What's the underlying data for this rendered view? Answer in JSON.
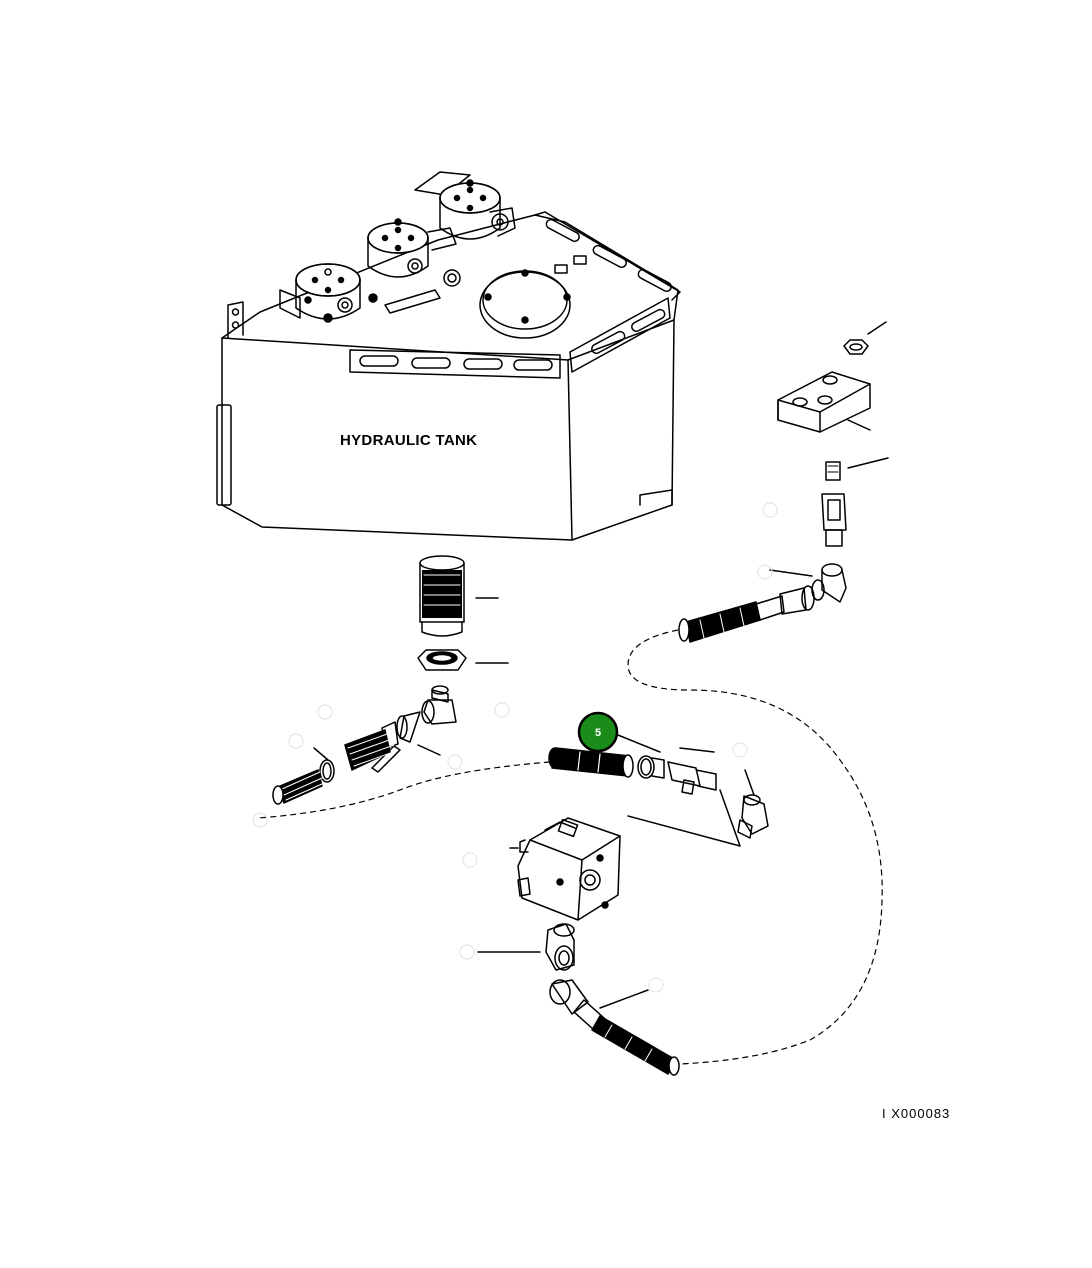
{
  "diagram": {
    "tank_label": "HYDRAULIC TANK",
    "figure_id": "I X000083",
    "highlight_callout": {
      "number": "5",
      "color": "#1a8c1a"
    }
  },
  "colors": {
    "line": "#000000",
    "background": "#ffffff",
    "highlight": "#1a8c1a"
  }
}
